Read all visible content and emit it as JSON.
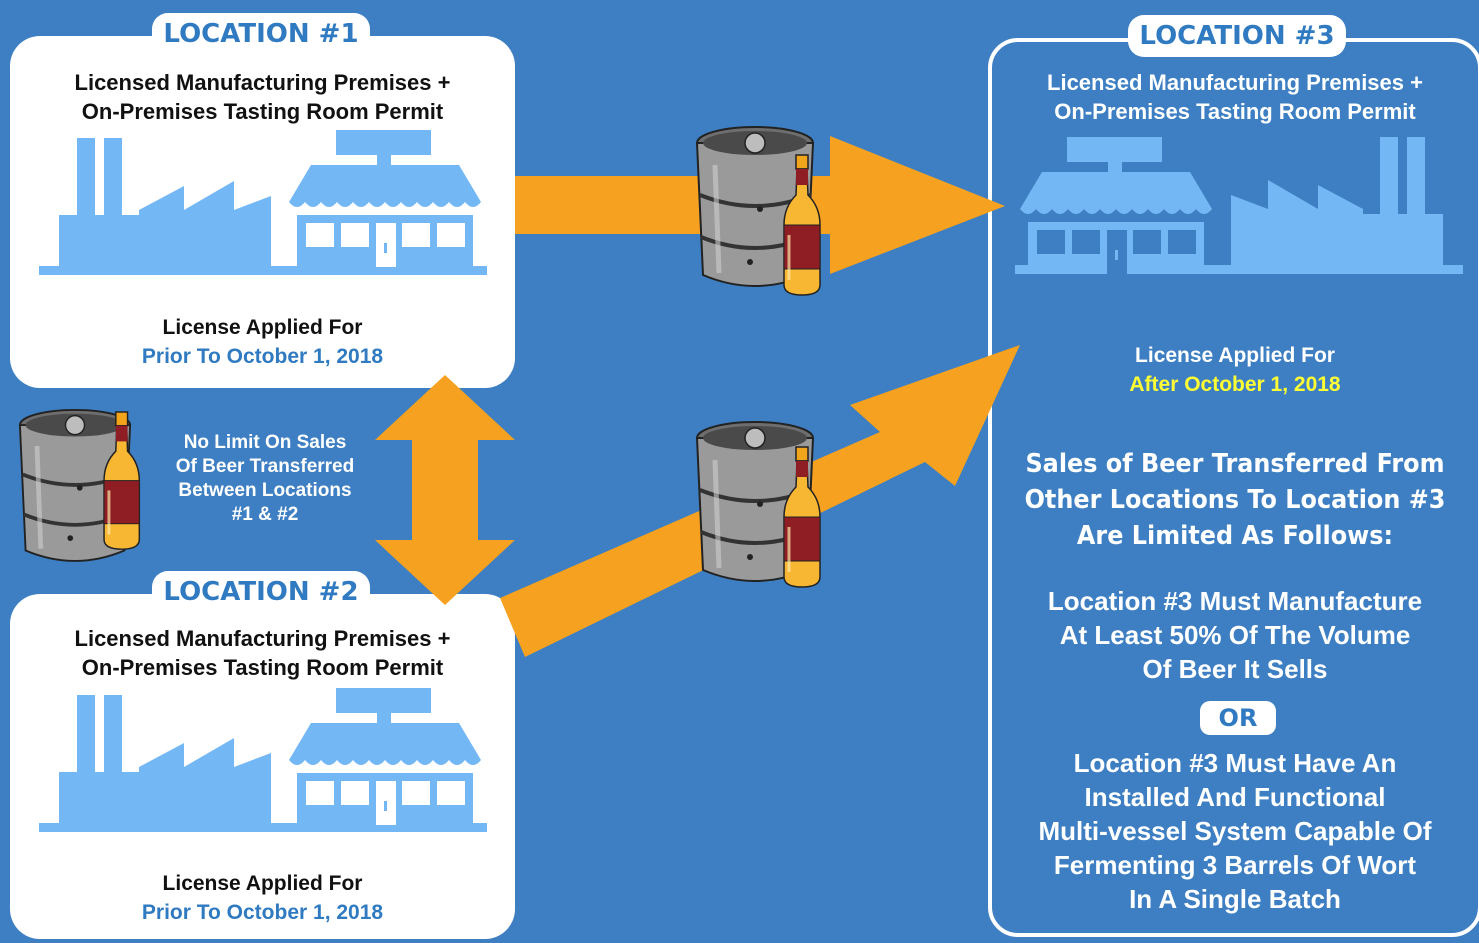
{
  "locations": [
    {
      "tab": "LOCATION #1",
      "permit_line1": "Licensed Manufacturing Premises +",
      "permit_line2": "On-Premises Tasting Room Permit",
      "applied_label": "License Applied For",
      "applied_date": "Prior To October 1, 2018"
    },
    {
      "tab": "LOCATION #2",
      "permit_line1": "Licensed Manufacturing Premises +",
      "permit_line2": "On-Premises Tasting Room Permit",
      "applied_label": "License Applied For",
      "applied_date": "Prior To October 1, 2018"
    },
    {
      "tab": "LOCATION #3",
      "permit_line1": "Licensed Manufacturing Premises +",
      "permit_line2": "On-Premises Tasting Room Permit",
      "applied_label": "License Applied For",
      "applied_date": "After October 1, 2018"
    }
  ],
  "transfer_note": {
    "line1": "No Limit On Sales",
    "line2": "Of Beer Transferred",
    "line3": "Between Locations",
    "line4": "#1 & #2"
  },
  "limits": {
    "heading_line1": "Sales of Beer Transferred From",
    "heading_line2": "Other Locations To Location #3",
    "heading_line3": "Are Limited As Follows:",
    "rule1_line1": "Location #3 Must Manufacture",
    "rule1_line2": "At Least 50% Of The Volume",
    "rule1_line3": "Of Beer It Sells",
    "or_label": "OR",
    "rule2_line1": "Location #3 Must Have An",
    "rule2_line2": "Installed And Functional",
    "rule2_line3": "Multi-vessel System Capable Of",
    "rule2_line4": "Fermenting 3 Barrels Of Wort",
    "rule2_line5": "In A Single Batch"
  },
  "colors": {
    "background": "#3d7fc2",
    "card": "#ffffff",
    "accent_blue": "#2f7ac0",
    "icon_blue": "#73b8f5",
    "arrow_orange": "#f6a11f",
    "highlight_yellow": "#ffff33"
  },
  "icons": [
    "factory-icon",
    "storefront-icon",
    "keg-icon",
    "beer-bottle-icon"
  ]
}
